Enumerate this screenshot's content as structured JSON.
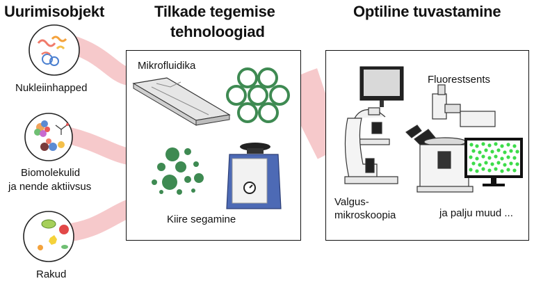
{
  "headings": {
    "research_object": "Uurimisobjekt",
    "droplet_tech_line1": "Tilkade tegemise",
    "droplet_tech_line2": "tehnoloogiad",
    "optical_detection": "Optiline tuvastamine"
  },
  "research_objects": [
    {
      "label_line1": "Nukleiinhapped",
      "label_line2": ""
    },
    {
      "label_line1": "Biomolekulid",
      "label_line2": "ja nende aktiivsus"
    },
    {
      "label_line1": "Rakud",
      "label_line2": ""
    }
  ],
  "droplet_tech": {
    "microfluidics_label": "Mikrofluidika",
    "mixing_label": "Kiire segamine"
  },
  "optical": {
    "fluorescence_label": "Fluorestsents",
    "brightfield_line1": "Valgus-",
    "brightfield_line2": "mikroskoopia",
    "more_label": "ja palju muud ..."
  },
  "colors": {
    "flow_band": "#f6c9cb",
    "droplet_green": "#3e8a52",
    "fluor_green": "#3ddc4a",
    "vortex_blue": "#3f5fa8"
  }
}
